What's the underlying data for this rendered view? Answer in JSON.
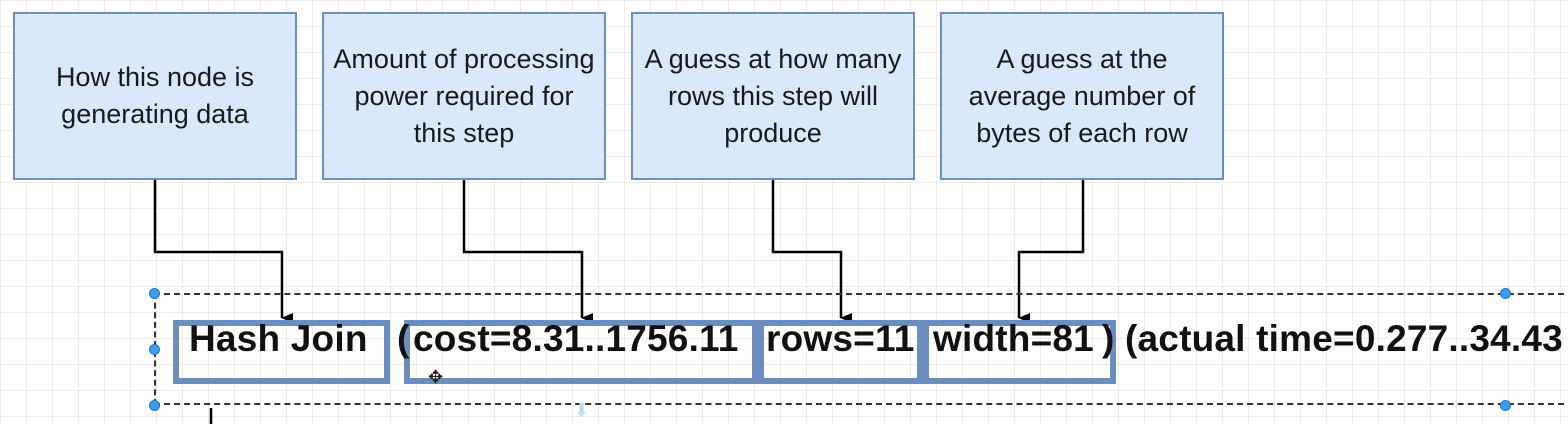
{
  "callouts": {
    "node_type": "How this node is generating data",
    "cost": "Amount of processing power required for this step",
    "rows": "A guess at how many rows this step will produce",
    "width": "A guess at the average number of bytes of each row"
  },
  "plan_line": {
    "node": "Hash Join",
    "open_paren": "(",
    "cost": "cost=8.31..1756.11",
    "rows": "rows=11",
    "width": "width=81",
    "close_paren": ")",
    "actual": "(actual time=0.277..34.43"
  },
  "colors": {
    "callout_fill": "#dae8fc",
    "callout_border": "#6c8ebf",
    "selection_handle": "#3d9be9"
  },
  "icons": [
    "move-cursor-icon",
    "drag-arrow-icon"
  ]
}
